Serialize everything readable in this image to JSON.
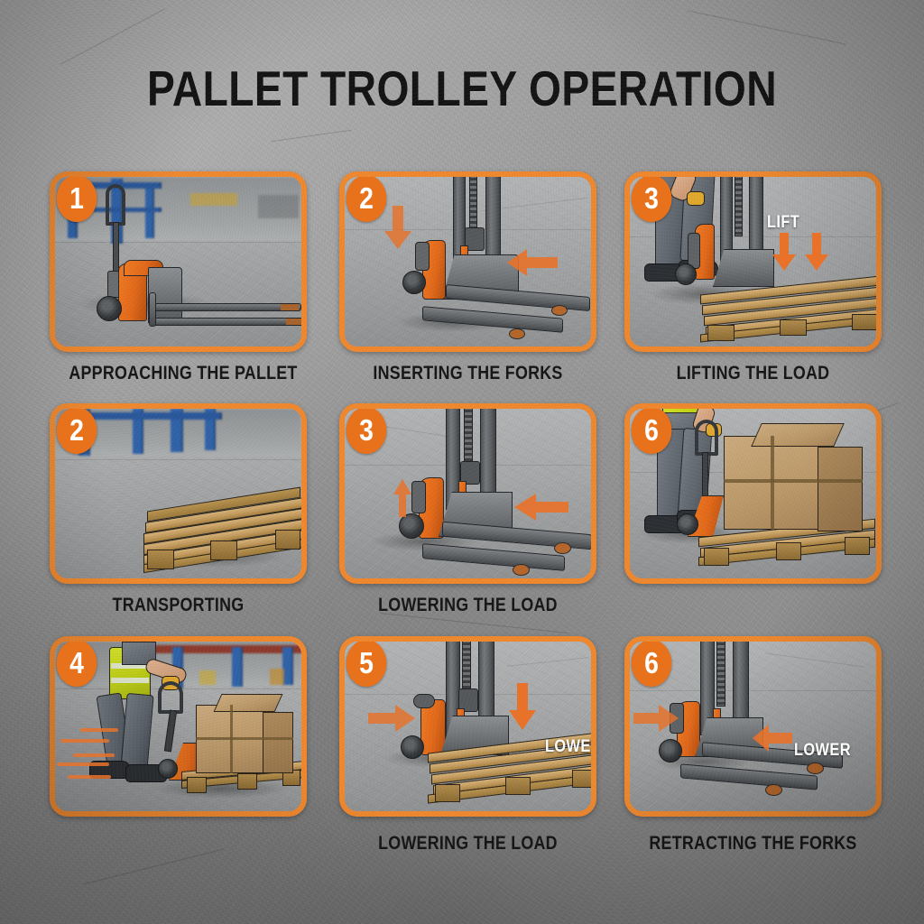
{
  "poster": {
    "title": "PALLET TROLLEY OPERATION",
    "background_color": "#9a9a9a",
    "accent_color": "#f0882e",
    "badge_color": "#e8721c",
    "caption_color": "#161616",
    "title_color": "#141414"
  },
  "panels": [
    {
      "badge": "1",
      "caption": "APPROACHING THE PALLET",
      "scene": "pallet-truck-empty-forks-in-warehouse-aisle",
      "labels": [],
      "arrows": []
    },
    {
      "badge": "2",
      "caption": "INSERTING THE FORKS",
      "scene": "pallet-truck-forks-entering-pallet",
      "labels": [],
      "arrows": [
        "down",
        "left"
      ]
    },
    {
      "badge": "3",
      "caption": "LIFTING THE LOAD",
      "scene": "operator-pumping-handle-forks-under-pallet",
      "labels": [
        "LIFT"
      ],
      "arrows": [
        "down",
        "down"
      ]
    },
    {
      "badge": "2",
      "caption": "TRANSPORTING",
      "scene": "empty-wooden-pallet-on-warehouse-floor",
      "labels": [],
      "arrows": []
    },
    {
      "badge": "3",
      "caption": "LOWERING THE LOAD",
      "scene": "pallet-truck-side-view-forks-extended",
      "labels": [],
      "arrows": [
        "up",
        "left"
      ]
    },
    {
      "badge": "6",
      "caption": "",
      "scene": "operator-moving-loaded-pallet-of-cartons",
      "labels": [],
      "arrows": []
    },
    {
      "badge": "4",
      "caption": "",
      "scene": "operator-pulling-loaded-pallet-truck-motion-lines",
      "labels": [],
      "arrows": [
        "motion-lines"
      ]
    },
    {
      "badge": "5",
      "caption": "LOWERING THE LOAD",
      "scene": "pallet-truck-lowering-forks-onto-pallet",
      "labels": [
        "LOWER"
      ],
      "arrows": [
        "right",
        "down"
      ]
    },
    {
      "badge": "6",
      "caption": "RETRACTING THE FORKS",
      "scene": "pallet-truck-withdrawing-forks-from-pallet",
      "labels": [
        "LOWER"
      ],
      "arrows": [
        "right",
        "left"
      ]
    }
  ]
}
